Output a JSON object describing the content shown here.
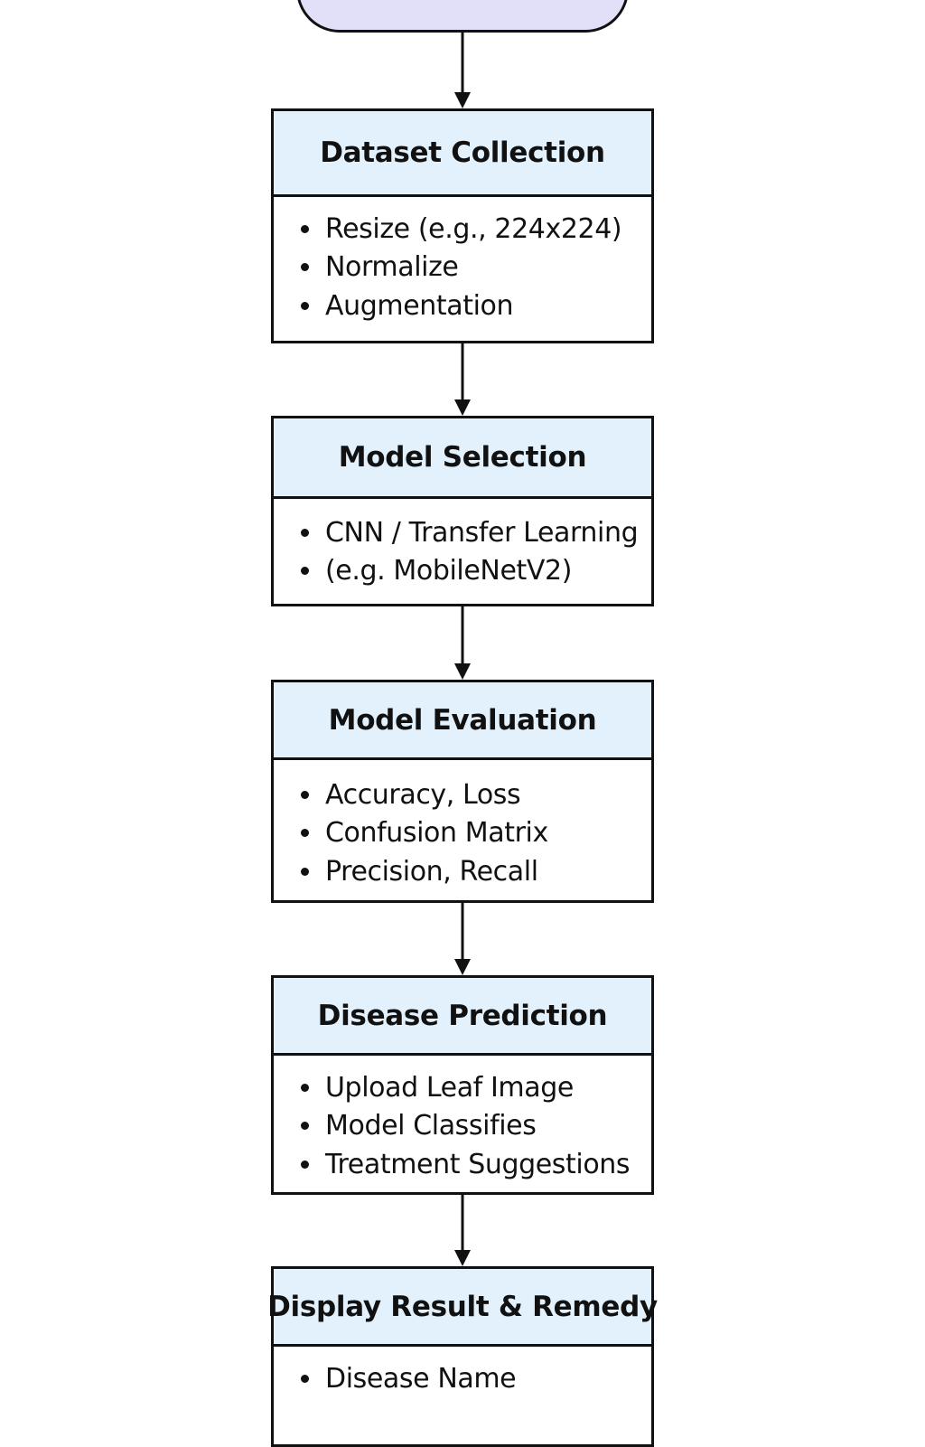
{
  "diagram": {
    "steps": [
      {
        "title": "Dataset Collection",
        "bullets": [
          "Resize (e.g., 224x224)",
          "Normalize",
          "Augmentation"
        ]
      },
      {
        "title": "Model Selection",
        "bullets": [
          "CNN / Transfer Learning",
          "(e.g. MobileNetV2)"
        ]
      },
      {
        "title": "Model Evaluation",
        "bullets": [
          "Accuracy, Loss",
          "Confusion Matrix",
          "Precision, Recall"
        ]
      },
      {
        "title": "Disease Prediction",
        "bullets": [
          "Upload Leaf Image",
          "Model Classifies",
          "Treatment Suggestions"
        ]
      },
      {
        "title": "Display Result & Remedy",
        "bullets": [
          "Disease Name"
        ]
      }
    ],
    "colors": {
      "start_fill": "#e1e0f8",
      "header_fill": "#e2f1fc",
      "stroke": "#111111"
    }
  }
}
